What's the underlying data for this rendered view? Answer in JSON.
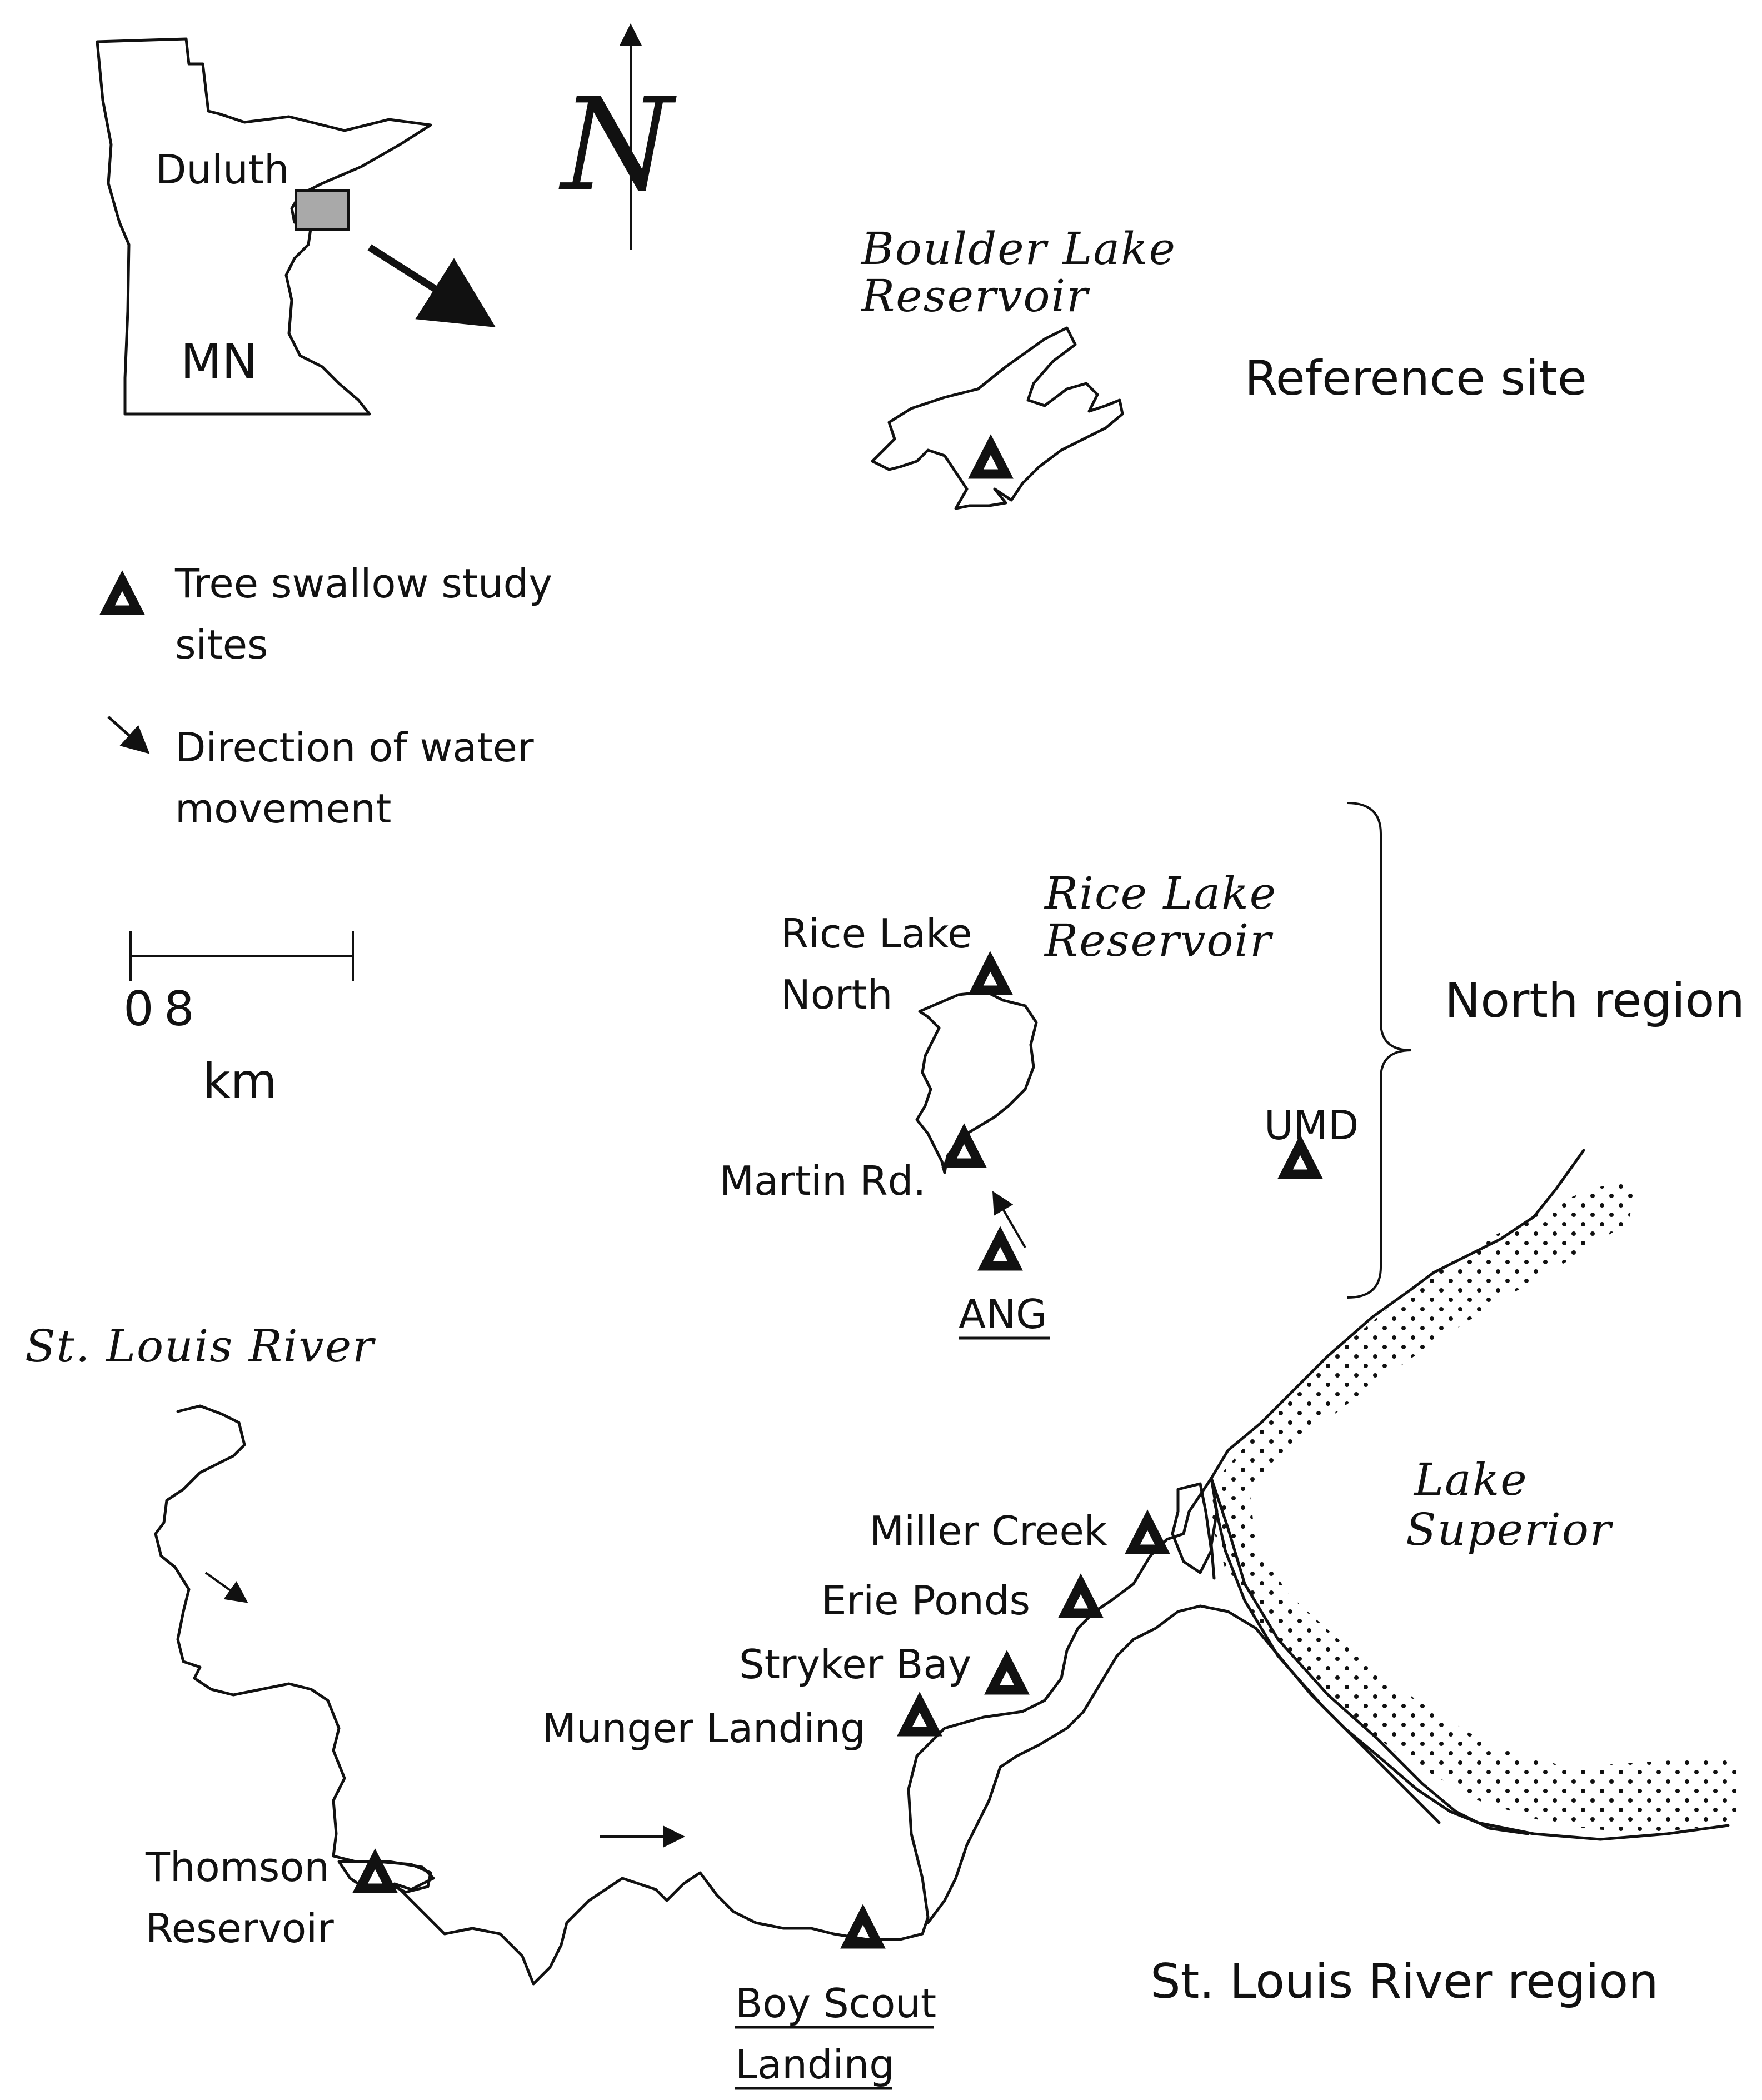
{
  "inset": {
    "city_label": "Duluth",
    "state_label": "MN"
  },
  "compass": {
    "letter": "N"
  },
  "legend": {
    "sites_line1": "Tree swallow study",
    "sites_line2": "sites",
    "water_line1": "Direction of water",
    "water_line2": "movement"
  },
  "scale_bar": {
    "start": "0",
    "end": "8",
    "unit": "km"
  },
  "water_bodies": {
    "boulder_line1": "Boulder Lake",
    "boulder_line2": "Reservoir",
    "rice_line1": "Rice Lake",
    "rice_line2": "Reservoir",
    "st_louis_river": "St. Louis River",
    "lake_superior_line1": "Lake",
    "lake_superior_line2": "Superior"
  },
  "regions": {
    "reference": "Reference site",
    "north": "North region",
    "st_louis": "St. Louis River region"
  },
  "sites": {
    "rice_lake_north_line1": "Rice Lake",
    "rice_lake_north_line2": "North",
    "martin_rd": "Martin Rd.",
    "ang": "ANG",
    "umd": "UMD",
    "miller_creek": "Miller Creek",
    "erie_ponds": "Erie Ponds",
    "stryker_bay": "Stryker Bay",
    "munger_landing": "Munger Landing",
    "thomson_line1": "Thomson",
    "thomson_line2": "Reservoir",
    "boy_scout_line1": "Boy Scout",
    "boy_scout_line2": "Landing"
  }
}
